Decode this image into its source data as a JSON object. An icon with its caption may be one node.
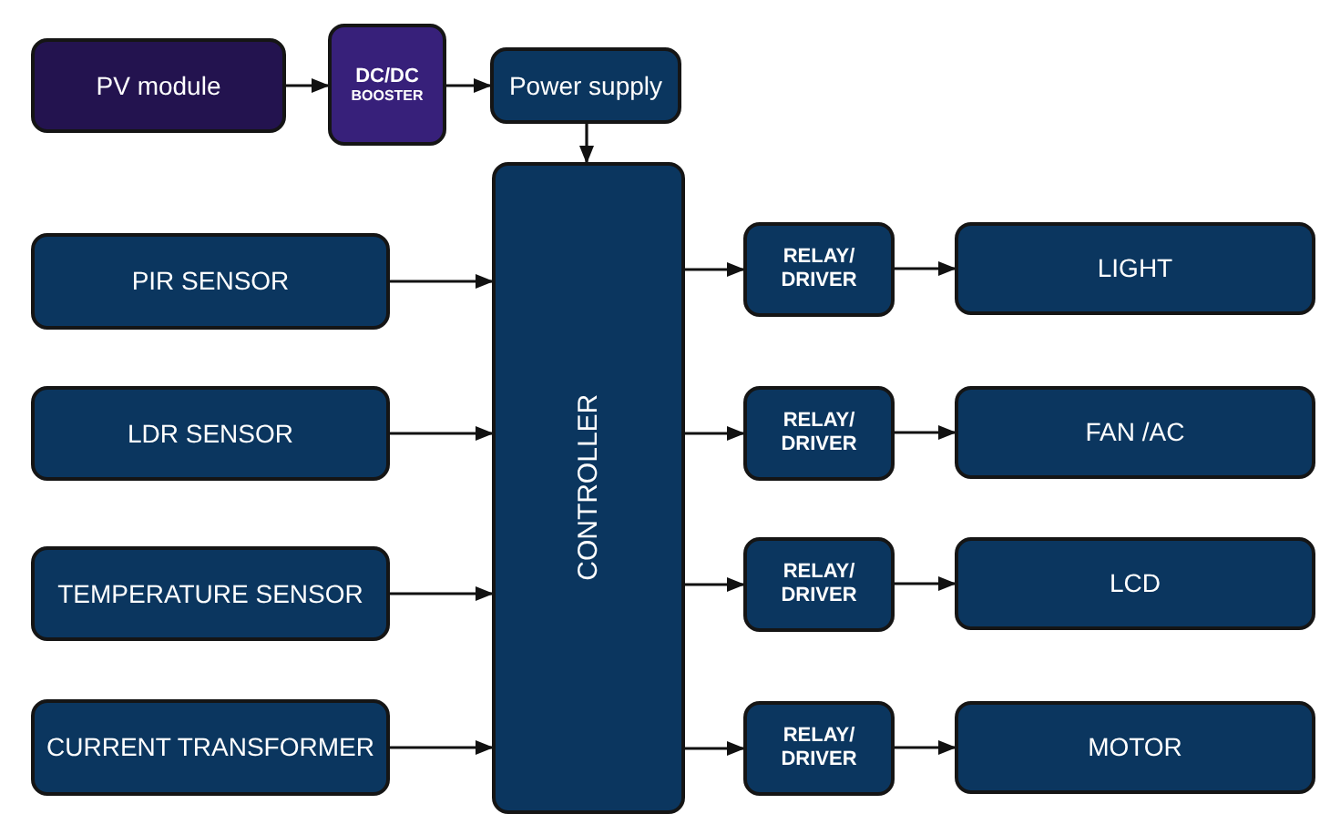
{
  "diagram": {
    "nodes": [
      {
        "text": [
          "PV module"
        ]
      },
      {
        "text": [
          "DC/DC",
          "BOOSTER"
        ]
      },
      {
        "text": [
          "Power supply"
        ]
      },
      {
        "text": [
          "CONTROLLER"
        ]
      },
      {
        "text": [
          "PIR SENSOR"
        ]
      },
      {
        "text": [
          "LDR SENSOR"
        ]
      },
      {
        "text": [
          "TEMPERATURE SENSOR"
        ]
      },
      {
        "text": [
          "CURRENT TRANSFORMER"
        ]
      },
      {
        "text": [
          "RELAY/ DRIVER"
        ]
      },
      {
        "text": [
          "RELAY/ DRIVER"
        ]
      },
      {
        "text": [
          "RELAY/ DRIVER"
        ]
      },
      {
        "text": [
          "RELAY/ DRIVER"
        ]
      },
      {
        "text": [
          "LIGHT"
        ]
      },
      {
        "text": [
          "FAN /AC"
        ]
      },
      {
        "text": [
          "LCD"
        ]
      },
      {
        "text": [
          "MOTOR"
        ]
      }
    ],
    "edges": [
      {
        "from": 0,
        "to": 1,
        "arrow": "to"
      },
      {
        "from": 1,
        "to": 2,
        "arrow": "to"
      },
      {
        "from": 2,
        "to": 3,
        "arrow": "to"
      },
      {
        "from": 4,
        "to": 3,
        "arrow": "to"
      },
      {
        "from": 5,
        "to": 3,
        "arrow": "to"
      },
      {
        "from": 6,
        "to": 3,
        "arrow": "to"
      },
      {
        "from": 7,
        "to": 3,
        "arrow": "to"
      },
      {
        "from": 3,
        "to": 8,
        "arrow": "to"
      },
      {
        "from": 3,
        "to": 9,
        "arrow": "to"
      },
      {
        "from": 3,
        "to": 10,
        "arrow": "to"
      },
      {
        "from": 3,
        "to": 11,
        "arrow": "to"
      },
      {
        "from": 8,
        "to": 12,
        "arrow": "to"
      },
      {
        "from": 9,
        "to": 13,
        "arrow": "to"
      },
      {
        "from": 10,
        "to": 14,
        "arrow": "to"
      },
      {
        "from": 11,
        "to": 15,
        "arrow": "to"
      }
    ]
  }
}
